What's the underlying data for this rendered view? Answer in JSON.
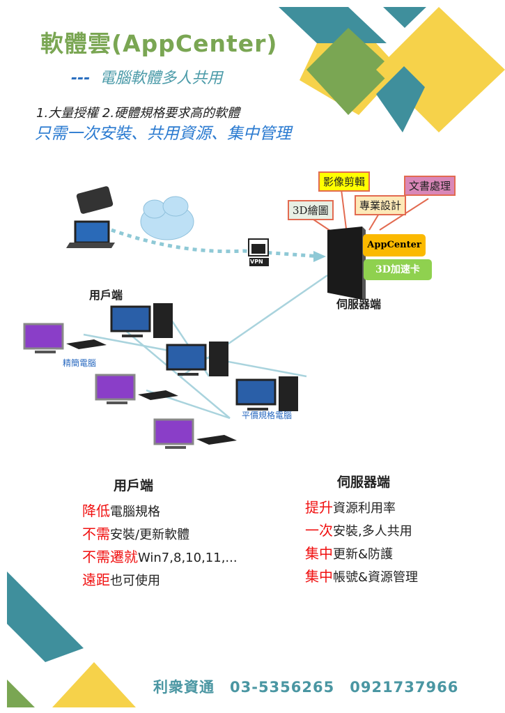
{
  "header": {
    "title": "軟體雲(AppCenter)",
    "subtitle_dash": "---",
    "subtitle": "電腦軟體多人共用",
    "line1": "1.大量授權  2.硬體規格要求高的軟體",
    "line2": "只需一次安裝、共用資源、集中管理"
  },
  "diagram": {
    "software_boxes": [
      "3D繪圖",
      "影像剪輯",
      "專業設計",
      "文書處理"
    ],
    "appcenter": "AppCenter",
    "accelerator": "3D加速卡",
    "vpn": "VPN",
    "client_label": "用戶端",
    "server_label": "伺服器端",
    "thin_client_label": "精簡電腦",
    "budget_pc_label": "平價規格電腦"
  },
  "client_col": {
    "heading": "用戶端",
    "items": [
      {
        "red": "降低",
        "text": "電腦規格"
      },
      {
        "red": "不需",
        "text": "安裝/更新軟體"
      },
      {
        "red": "不需遷就",
        "text": "Win7,8,10,11,..."
      },
      {
        "red": "遠距",
        "text": "也可使用"
      }
    ]
  },
  "server_col": {
    "heading": "伺服器端",
    "items": [
      {
        "red": "提升",
        "text": "資源利用率"
      },
      {
        "red": "一次",
        "text": "安裝,多人共用"
      },
      {
        "red": "集中",
        "text": "更新&防護"
      },
      {
        "red": "集中",
        "text": "帳號&資源管理"
      }
    ]
  },
  "footer": {
    "company": "利衆資通",
    "phone1": "03-5356265",
    "phone2": "0921737966"
  },
  "colors": {
    "teal": "#3f8f9c",
    "green": "#7aa653",
    "yellow": "#f6d24a",
    "red": "#f01010"
  }
}
